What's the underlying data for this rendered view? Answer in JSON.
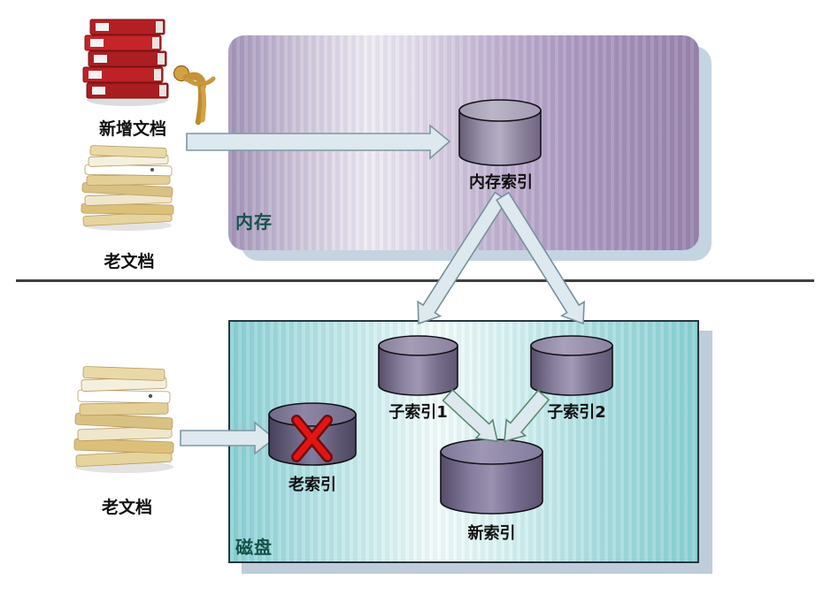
{
  "regions": {
    "memory": {
      "label": "内存",
      "label_color": "#14524a",
      "fill_left": "#a294b8",
      "fill_mid": "#efecf4",
      "fill_right": "#9884ac",
      "shadow_color": "#c4d4e1"
    },
    "disk": {
      "label": "磁盘",
      "label_color": "#14524a",
      "fill_left": "#8acfd4",
      "fill_mid": "#f4fbfb",
      "fill_right": "#8bd0d4",
      "shadow_color": "#bfccd9",
      "border_color": "#273740"
    }
  },
  "sources": {
    "new_docs": {
      "label": "新增文档",
      "icon": "red-binders-stack, bowing-figure"
    },
    "old_docs_memory": {
      "label": "老文档",
      "icon": "paper-folders-stack"
    },
    "old_docs_disk": {
      "label": "老文档",
      "icon": "paper-folders-stack"
    }
  },
  "nodes": {
    "memory_index": {
      "label": "内存索引",
      "shape": "cylinder"
    },
    "sub_index_1": {
      "label": "子索引1",
      "shape": "cylinder"
    },
    "sub_index_2": {
      "label": "子索引2",
      "shape": "cylinder"
    },
    "old_index": {
      "label": "老索引",
      "shape": "cylinder",
      "marker": "red-x",
      "marker_color": "#e41414"
    },
    "new_index": {
      "label": "新索引",
      "shape": "cylinder"
    }
  },
  "edges": [
    {
      "from": "new_docs",
      "to": "memory_index",
      "style": "block-arrow"
    },
    {
      "from": "memory_index",
      "to": "sub_index_1",
      "style": "block-arrow"
    },
    {
      "from": "memory_index",
      "to": "sub_index_2",
      "style": "block-arrow"
    },
    {
      "from": "sub_index_1",
      "to": "new_index",
      "style": "block-arrow"
    },
    {
      "from": "sub_index_2",
      "to": "new_index",
      "style": "block-arrow"
    },
    {
      "from": "old_docs_disk",
      "to": "old_index",
      "style": "block-arrow"
    }
  ],
  "styles": {
    "background": "#ffffff",
    "divider_color": "#3f3f3f",
    "arrow_fill": "#dde9ee",
    "arrow_stroke": "#7e97a3",
    "merge_arrow_stroke": "#5d8a72",
    "cylinder_stroke": "#121218",
    "cylinder_body": "#8d84a0",
    "old_cylinder_body": "#5d5672"
  }
}
